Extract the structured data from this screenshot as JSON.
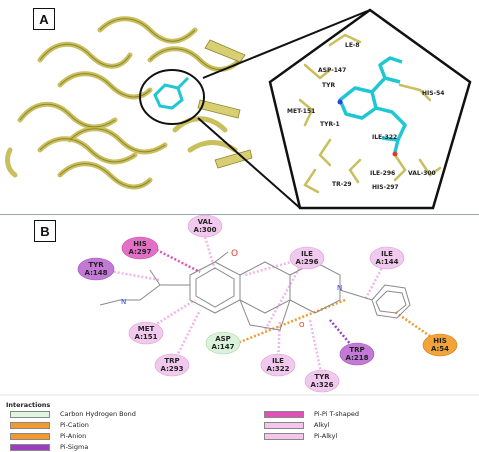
{
  "panel_a": {
    "letter": "A",
    "residues": [
      {
        "id": "leu",
        "label": "LE-8"
      },
      {
        "id": "asp147",
        "label": "ASP-147"
      },
      {
        "id": "tyr",
        "label": "TYR"
      },
      {
        "id": "his54",
        "label": "HIS-54"
      },
      {
        "id": "met151",
        "label": "MET-151"
      },
      {
        "id": "tyr14",
        "label": "TYR-1"
      },
      {
        "id": "ile322",
        "label": "ILE-322"
      },
      {
        "id": "ile296",
        "label": "ILE-296"
      },
      {
        "id": "val300",
        "label": "VAL-300"
      },
      {
        "id": "tr29",
        "label": "TR-29"
      },
      {
        "id": "his297",
        "label": "HIS-297"
      }
    ]
  },
  "panel_b": {
    "letter": "B",
    "residues": [
      {
        "id": "val300",
        "line1": "VAL",
        "line2": "A:300",
        "color": "#f2c9ee"
      },
      {
        "id": "his297",
        "line1": "HIS",
        "line2": "A:297",
        "color": "#e36fc6"
      },
      {
        "id": "tyr148",
        "line1": "TYR",
        "line2": "A:148",
        "color": "#c27ad6"
      },
      {
        "id": "ile296",
        "line1": "ILE",
        "line2": "A:296",
        "color": "#f2c9ee"
      },
      {
        "id": "ile144",
        "line1": "ILE",
        "line2": "A:144",
        "color": "#f2c9ee"
      },
      {
        "id": "met151",
        "line1": "MET",
        "line2": "A:151",
        "color": "#f2c9ee"
      },
      {
        "id": "asp147",
        "line1": "ASP",
        "line2": "A:147",
        "color": "#d9f2d9"
      },
      {
        "id": "trp293",
        "line1": "TRP",
        "line2": "A:293",
        "color": "#f2c9ee"
      },
      {
        "id": "ile322",
        "line1": "ILE",
        "line2": "A:322",
        "color": "#f2c9ee"
      },
      {
        "id": "trp218",
        "line1": "TRP",
        "line2": "A:218",
        "color": "#c27ad6"
      },
      {
        "id": "his54",
        "line1": "HIS",
        "line2": "A:54",
        "color": "#f2a33a"
      },
      {
        "id": "tyr326",
        "line1": "TYR",
        "line2": "A:326",
        "color": "#f2c9ee"
      }
    ]
  },
  "legend": {
    "title": "Interactions",
    "items": [
      {
        "id": "carbon-hydrogen-bond",
        "label": "Carbon Hydrogen Bond",
        "color": "#dff5e0"
      },
      {
        "id": "pi-cation",
        "label": "Pi-Cation",
        "color": "#f29a2e"
      },
      {
        "id": "pi-anion",
        "label": "Pi-Anion",
        "color": "#f29a2e"
      },
      {
        "id": "pi-sigma",
        "label": "Pi-Sigma",
        "color": "#9b3fbf"
      },
      {
        "id": "pi-pi-t-shaped",
        "label": "Pi-Pi T-shaped",
        "color": "#e052b8"
      },
      {
        "id": "alkyl",
        "label": "Alkyl",
        "color": "#f5c6ec"
      },
      {
        "id": "pi-alkyl",
        "label": "Pi-Alkyl",
        "color": "#f5c6ec"
      }
    ]
  }
}
